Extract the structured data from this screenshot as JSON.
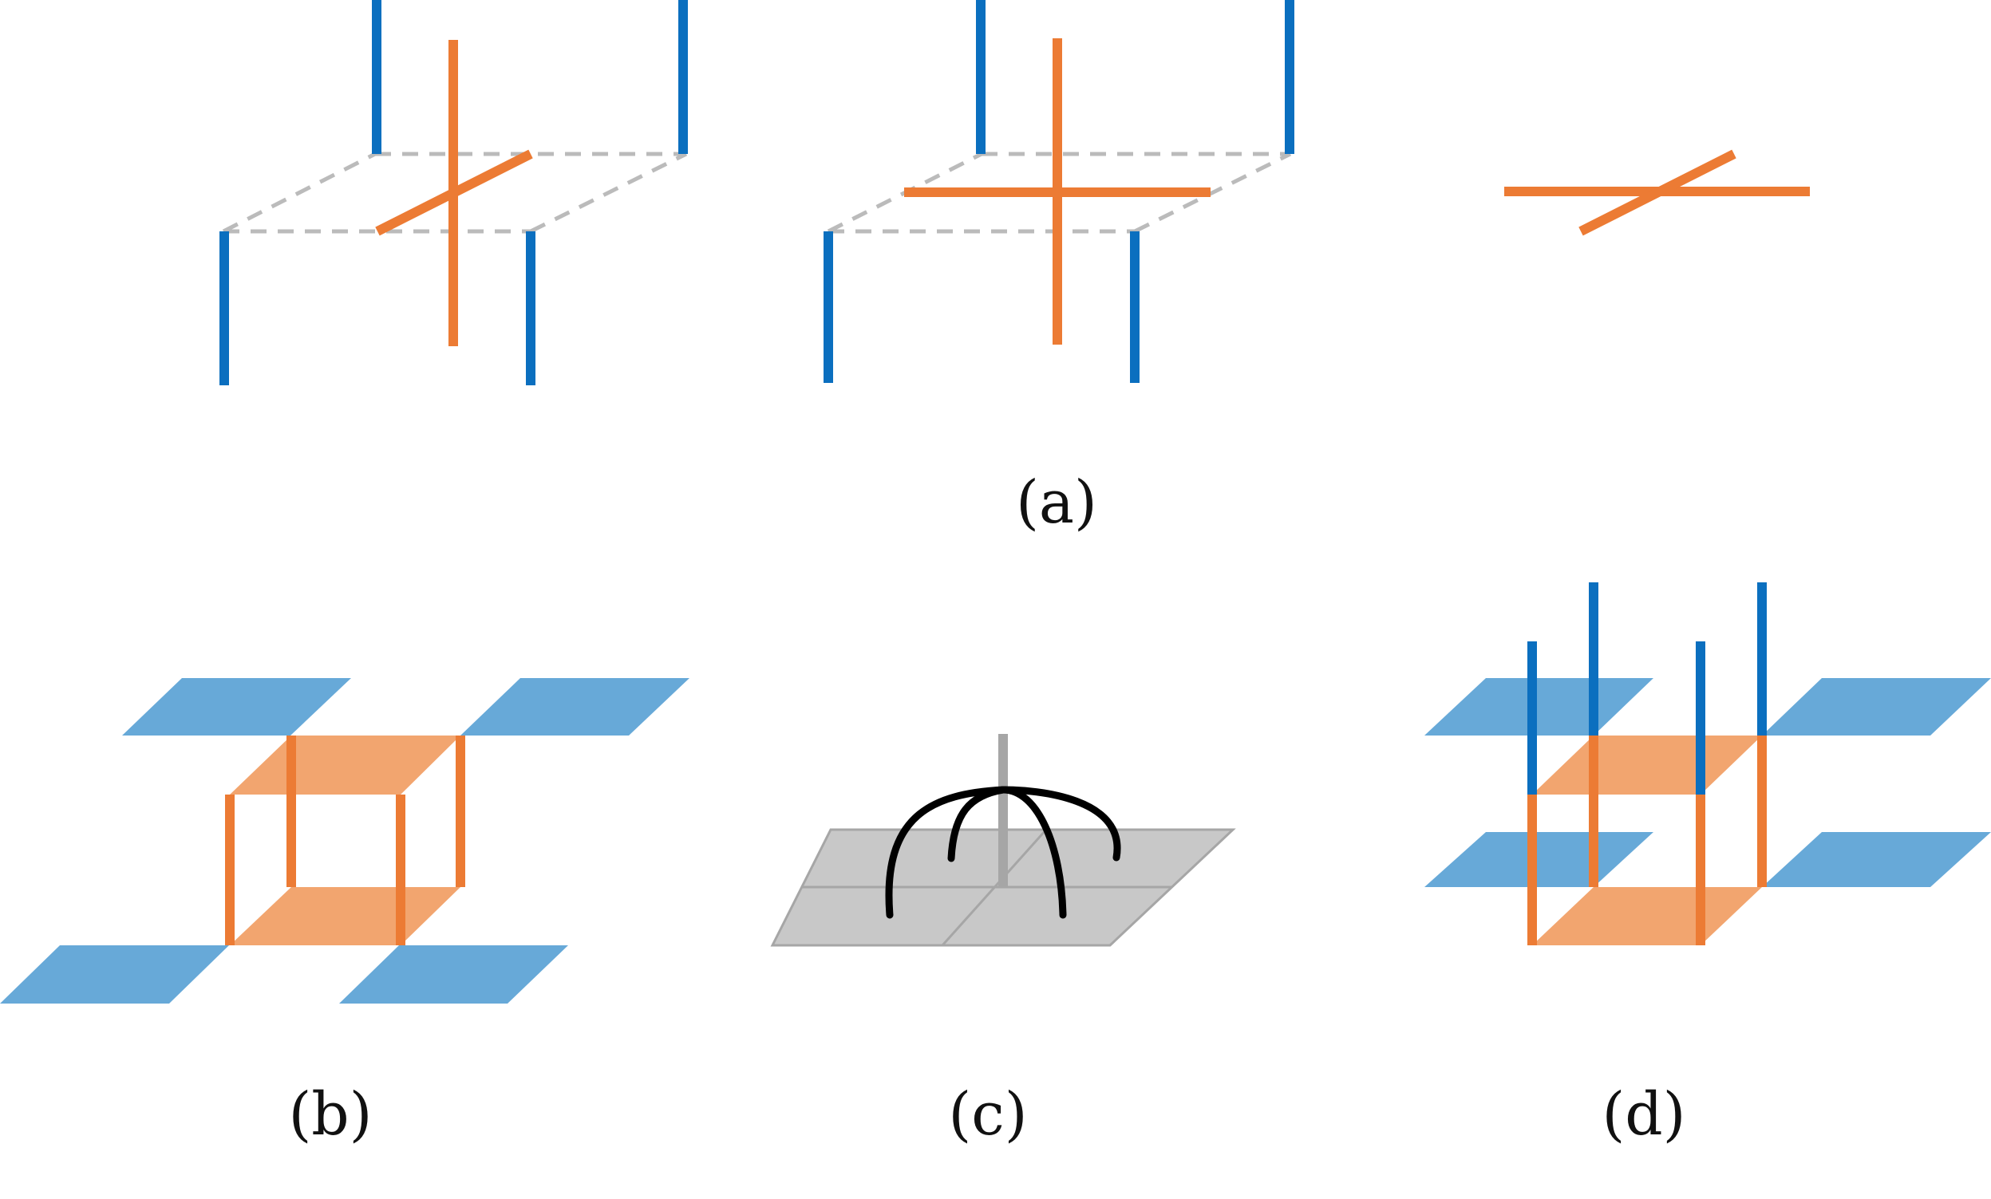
{
  "colors": {
    "blue": "#0b6fbf",
    "blue_fill": "#67a9d8",
    "orange": "#ec7b34",
    "orange_fill": "#f2a56f",
    "gray_dash": "#bbbbbb",
    "gray_fill": "#c8c8c8",
    "gray_stroke": "#a6a6a6",
    "black": "#000000"
  },
  "captions": {
    "a": "(a)",
    "b": "(b)",
    "c": "(c)",
    "d": "(d)"
  }
}
